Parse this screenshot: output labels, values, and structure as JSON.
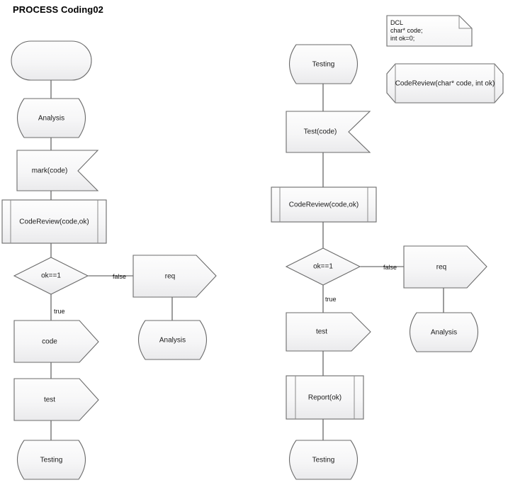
{
  "title": "PROCESS Coding02",
  "theme": {
    "background": "#ffffff",
    "shape_fill_top": "#fcfcfc",
    "shape_fill_bottom": "#ececed",
    "shape_stroke": "#6b6b6b",
    "connector_stroke": "#4d4d4d",
    "text_color": "#1a1a1a"
  },
  "diagram": {
    "type": "flowchart",
    "columns": [
      {
        "name": "left-column",
        "nodes": [
          {
            "id": "L1",
            "shape": "stadium",
            "label": ""
          },
          {
            "id": "L2",
            "shape": "cylinder-h",
            "label": "Analysis"
          },
          {
            "id": "L3",
            "shape": "flag",
            "label": "mark(code)"
          },
          {
            "id": "L4",
            "shape": "subroutine",
            "label": "CodeReview(code,ok)"
          },
          {
            "id": "L5",
            "shape": "diamond",
            "label": "ok==1"
          },
          {
            "id": "L6",
            "shape": "pentagon",
            "label": "code"
          },
          {
            "id": "L7",
            "shape": "pentagon",
            "label": "test"
          },
          {
            "id": "L8",
            "shape": "cylinder-h",
            "label": "Testing"
          },
          {
            "id": "L9",
            "shape": "pentagon",
            "label": "req"
          },
          {
            "id": "L10",
            "shape": "cylinder-h",
            "label": "Analysis"
          }
        ],
        "edges": [
          {
            "from": "L1",
            "to": "L2",
            "label": ""
          },
          {
            "from": "L2",
            "to": "L3",
            "label": ""
          },
          {
            "from": "L3",
            "to": "L4",
            "label": ""
          },
          {
            "from": "L4",
            "to": "L5",
            "label": ""
          },
          {
            "from": "L5",
            "to": "L6",
            "label": "true"
          },
          {
            "from": "L5",
            "to": "L9",
            "label": "false"
          },
          {
            "from": "L6",
            "to": "L7",
            "label": ""
          },
          {
            "from": "L7",
            "to": "L8",
            "label": ""
          },
          {
            "from": "L9",
            "to": "L10",
            "label": ""
          }
        ]
      },
      {
        "name": "right-column",
        "nodes": [
          {
            "id": "R1",
            "shape": "cylinder-h",
            "label": "Testing"
          },
          {
            "id": "R2",
            "shape": "flag",
            "label": "Test(code)"
          },
          {
            "id": "R3",
            "shape": "subroutine",
            "label": "CodeReview(code,ok)"
          },
          {
            "id": "R4",
            "shape": "diamond",
            "label": "ok==1"
          },
          {
            "id": "R5",
            "shape": "pentagon",
            "label": "test"
          },
          {
            "id": "R6",
            "shape": "subroutine",
            "label": "Report(ok)"
          },
          {
            "id": "R7",
            "shape": "cylinder-h",
            "label": "Testing"
          },
          {
            "id": "R8",
            "shape": "pentagon",
            "label": "req"
          },
          {
            "id": "R9",
            "shape": "cylinder-h",
            "label": "Analysis"
          }
        ],
        "edges": [
          {
            "from": "R1",
            "to": "R2",
            "label": ""
          },
          {
            "from": "R2",
            "to": "R3",
            "label": ""
          },
          {
            "from": "R3",
            "to": "R4",
            "label": ""
          },
          {
            "from": "R4",
            "to": "R5",
            "label": "true"
          },
          {
            "from": "R4",
            "to": "R8",
            "label": "false"
          },
          {
            "from": "R5",
            "to": "R6",
            "label": ""
          },
          {
            "from": "R6",
            "to": "R7",
            "label": ""
          },
          {
            "from": "R8",
            "to": "R9",
            "label": ""
          }
        ]
      }
    ],
    "annotations": [
      {
        "id": "N1",
        "shape": "note",
        "lines": [
          "DCL",
          "char* code;",
          "int ok=0;"
        ]
      },
      {
        "id": "N2",
        "shape": "declaration",
        "label": "CodeReview(char* code, int ok)"
      }
    ]
  },
  "labels": {
    "edge_true": "true",
    "edge_false": "false",
    "note_line_1": "DCL",
    "note_line_2": "char* code;",
    "note_line_3": "int ok=0;",
    "declaration": "CodeReview(char* code, int ok)",
    "L1": "",
    "L2": "Analysis",
    "L3": "mark(code)",
    "L4": "CodeReview(code,ok)",
    "L5": "ok==1",
    "L6": "code",
    "L7": "test",
    "L8": "Testing",
    "L9": "req",
    "L10": "Analysis",
    "R1": "Testing",
    "R2": "Test(code)",
    "R3": "CodeReview(code,ok)",
    "R4": "ok==1",
    "R5": "test",
    "R6": "Report(ok)",
    "R7": "Testing",
    "R8": "req",
    "R9": "Analysis"
  }
}
